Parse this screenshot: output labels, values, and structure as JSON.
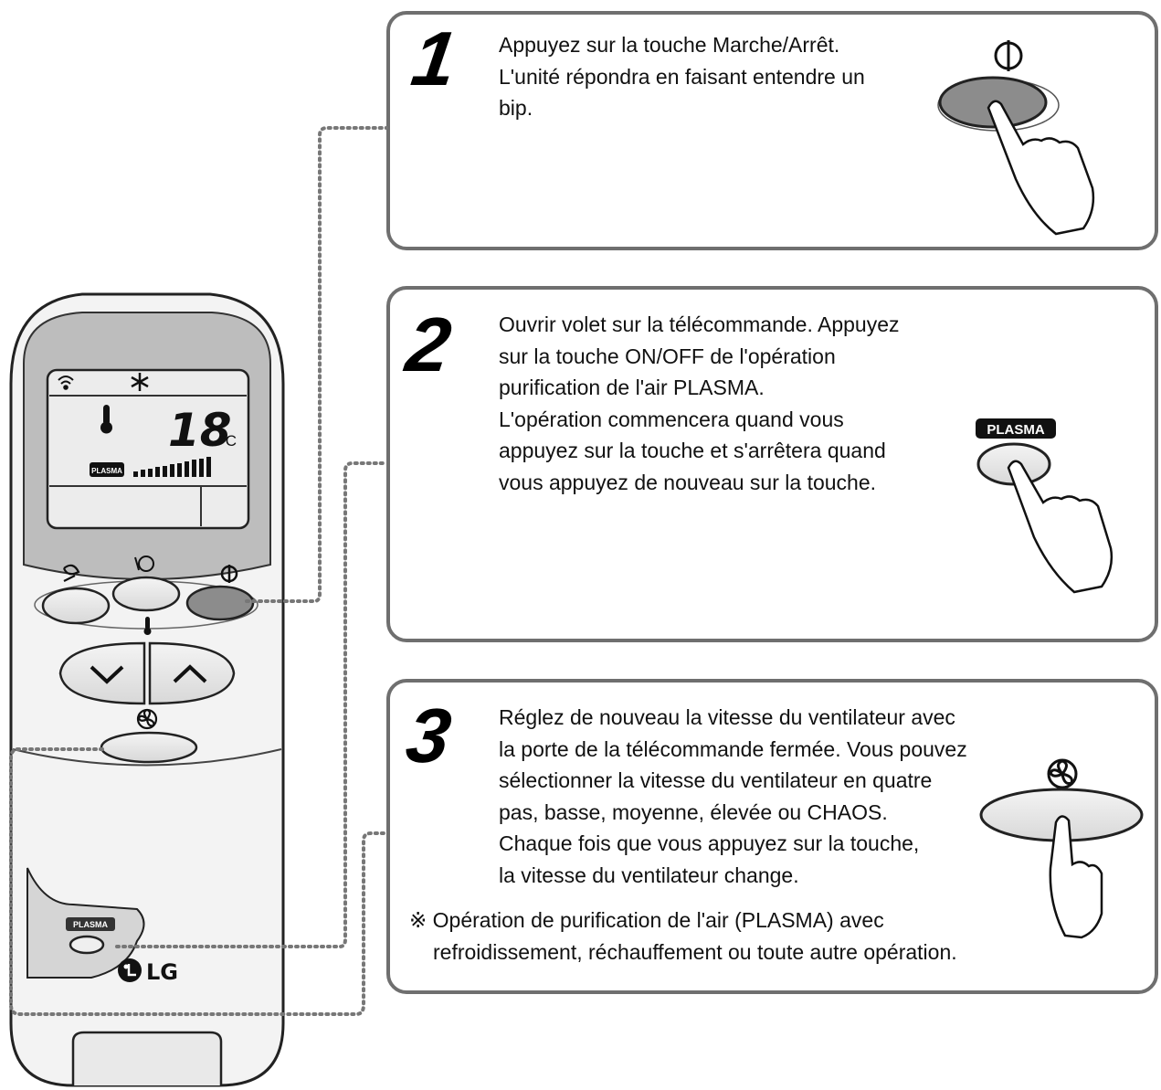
{
  "steps": [
    {
      "number": "1",
      "lines": [
        "Appuyez sur la touche Marche/Arrêt.",
        "L'unité répondra en faisant entendre un",
        "bip."
      ]
    },
    {
      "number": "2",
      "lines": [
        "Ouvrir volet sur la télécommande. Appuyez",
        "sur la touche ON/OFF de l'opération",
        "purification de l'air PLASMA.",
        "L'opération commencera quand vous",
        "appuyez sur la touche et s'arrêtera quand",
        "vous appuyez de nouveau sur la touche."
      ]
    },
    {
      "number": "3",
      "lines": [
        "Réglez de nouveau la vitesse du ventilateur avec",
        "la porte de la télécommande fermée. Vous pouvez",
        "sélectionner la vitesse du ventilateur en quatre",
        "pas, basse, moyenne, élevée ou CHAOS.",
        "Chaque fois que vous appuyez sur la touche,",
        "la vitesse du ventilateur change."
      ]
    }
  ],
  "note": {
    "marker": "※",
    "lines": [
      "Opération de purification de l'air (PLASMA) avec",
      "refroidissement, réchauffement ou toute autre opération."
    ]
  },
  "remote": {
    "display_temperature": "18",
    "display_unit": "°C",
    "display_plasma_badge": "PLASMA",
    "plasma_button_label": "PLASMA",
    "brand": "LG"
  },
  "illustrations": {
    "plasma_badge": "PLASMA"
  },
  "icons": [
    "power-icon",
    "plasma-badge",
    "fan-icon",
    "thermometer-icon",
    "snowflake-icon",
    "signal-icon",
    "pointing-hand-icon",
    "chevron-down-icon",
    "chevron-up-icon",
    "swing-icon",
    "jet-mode-icon",
    "lg-logo"
  ]
}
